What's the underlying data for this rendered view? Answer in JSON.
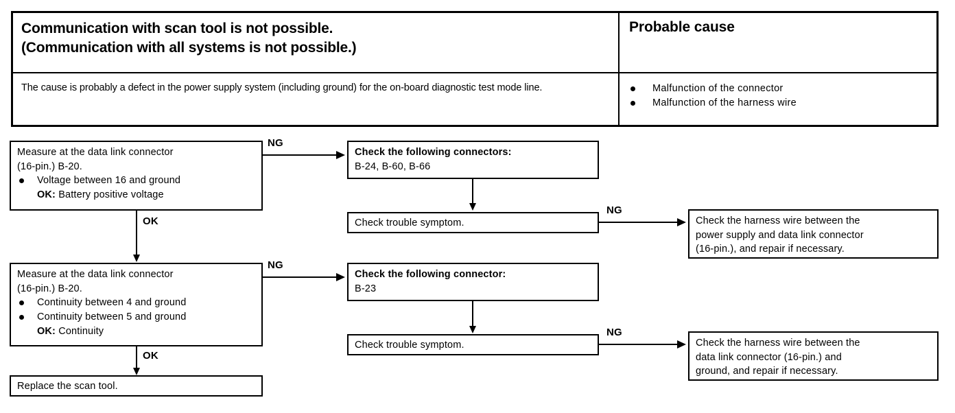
{
  "table": {
    "header": {
      "symptom_line1": "Communication with scan tool is not possible.",
      "symptom_line2": "(Communication with all systems is not possible.)",
      "probable_cause": "Probable cause"
    },
    "body": {
      "cause_description": "The cause is probably a defect in the power supply system (including ground) for the on-board diagnostic test mode line.",
      "probable_causes": [
        "Malfunction of the connector",
        "Malfunction of the harness wire"
      ]
    }
  },
  "flow": {
    "step1": {
      "line1": "Measure at the data link connector",
      "line2": "(16-pin.) B-20.",
      "bullets": [
        "Voltage between 16 and ground"
      ],
      "ok_label": "OK:",
      "ok_value": "Battery positive voltage"
    },
    "step2": {
      "line1": "Measure at the data link connector",
      "line2": "(16-pin.) B-20.",
      "bullets": [
        "Continuity between 4 and ground",
        "Continuity between 5 and ground"
      ],
      "ok_label": "OK:",
      "ok_value": "Continuity"
    },
    "step3": {
      "text": "Replace the scan tool."
    },
    "branch1": {
      "title": "Check the following connectors:",
      "connectors": "B-24, B-60, B-66",
      "symptom_check": "Check trouble symptom.",
      "result": {
        "line1": "Check the harness wire between the",
        "line2": "power supply and data link connector",
        "line3": "(16-pin.), and repair if necessary."
      }
    },
    "branch2": {
      "title": "Check the following connector:",
      "connectors": "B-23",
      "symptom_check": "Check trouble symptom.",
      "result": {
        "line1": "Check the harness wire between the",
        "line2": "data link connector (16-pin.) and",
        "line3": "ground, and repair if necessary."
      }
    },
    "labels": {
      "ng": "NG",
      "ok": "OK"
    }
  },
  "colors": {
    "ink": "#000000",
    "paper": "#ffffff"
  }
}
